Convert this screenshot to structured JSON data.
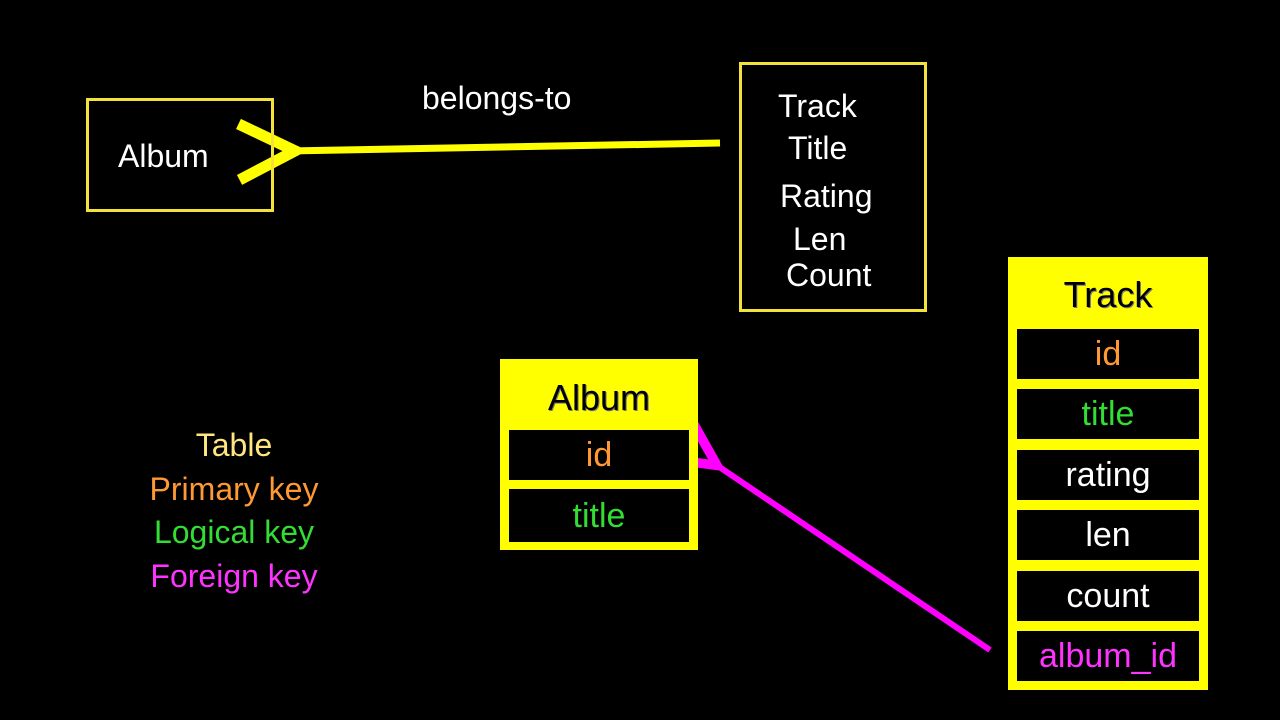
{
  "colors": {
    "background": "#000000",
    "accent_yellow": "#ffff00",
    "outline_yellow": "#f2e23a",
    "table": "#ffe680",
    "primary_key": "#ff9933",
    "logical_key": "#33dd33",
    "foreign_key": "#ff33ff"
  },
  "conceptual": {
    "album_box": {
      "label": "Album"
    },
    "relation_label": "belongs-to",
    "track_box": {
      "lines": [
        "Track",
        "Title",
        "Rating",
        "Len",
        "Count"
      ]
    }
  },
  "legend": {
    "table": "Table",
    "primary_key": "Primary key",
    "logical_key": "Logical key",
    "foreign_key": "Foreign key"
  },
  "album_table": {
    "name": "Album",
    "columns": [
      {
        "name": "id",
        "kind": "primary_key"
      },
      {
        "name": "title",
        "kind": "logical_key"
      }
    ]
  },
  "track_table": {
    "name": "Track",
    "columns": [
      {
        "name": "id",
        "kind": "primary_key"
      },
      {
        "name": "title",
        "kind": "logical_key"
      },
      {
        "name": "rating",
        "kind": "plain"
      },
      {
        "name": "len",
        "kind": "plain"
      },
      {
        "name": "count",
        "kind": "plain"
      },
      {
        "name": "album_id",
        "kind": "foreign_key"
      }
    ]
  }
}
